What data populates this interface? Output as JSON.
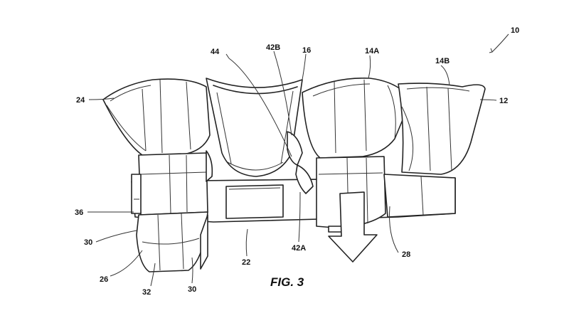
{
  "figure": {
    "caption": "FIG. 3",
    "reference_numerals": {
      "assembly": "10",
      "base": "12",
      "rear_seat_right_a": "14A",
      "rear_seat_right_b": "14B",
      "center_seat": "16",
      "center_base": "22",
      "left_seat_back": "24",
      "left_seat_cushion": "26",
      "right_base": "28",
      "left_leg_rest": "30",
      "left_leg_rest_lower": "30",
      "left_cushion_insert": "32",
      "left_armrest": "36",
      "pivot_lower": "42A",
      "pivot_upper": "42B",
      "track": "44"
    }
  }
}
